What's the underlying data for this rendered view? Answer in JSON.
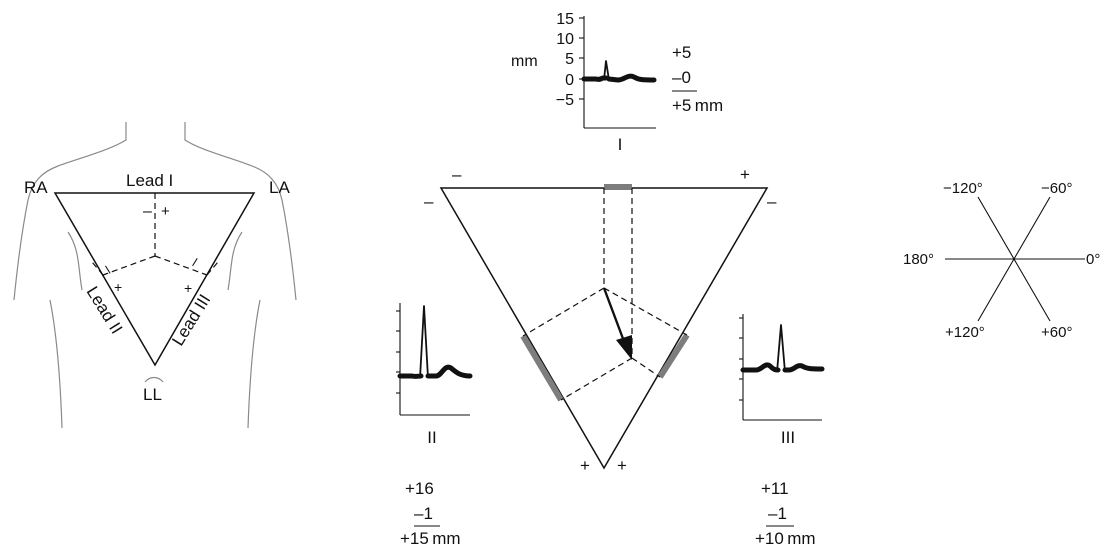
{
  "left_diagram": {
    "ra": "RA",
    "la": "LA",
    "ll": "LL",
    "lead_i": "Lead I",
    "lead_ii": "Lead II",
    "lead_iii": "Lead III",
    "minus": "–",
    "plus": "+"
  },
  "lead_i_strip": {
    "unit": "mm",
    "y_ticks": [
      "15",
      "10",
      "5",
      "0",
      "−5"
    ],
    "label": "I",
    "calc": [
      "+5",
      "–0",
      "+5 mm"
    ]
  },
  "lead_ii_strip": {
    "label": "II",
    "calc": [
      "+16",
      "–1",
      "+15 mm"
    ]
  },
  "lead_iii_strip": {
    "label": "III",
    "calc": [
      "+11",
      "–1",
      "+10 mm"
    ]
  },
  "triangle": {
    "minus": "–",
    "plus": "+"
  },
  "hexaxial": {
    "angles": [
      "−120°",
      "−60°",
      "180°",
      "0°",
      "+120°",
      "+60°"
    ]
  },
  "colors": {
    "ink": "#111111",
    "body_outline": "#8a8a8a",
    "projection": "#7d7d7d"
  }
}
